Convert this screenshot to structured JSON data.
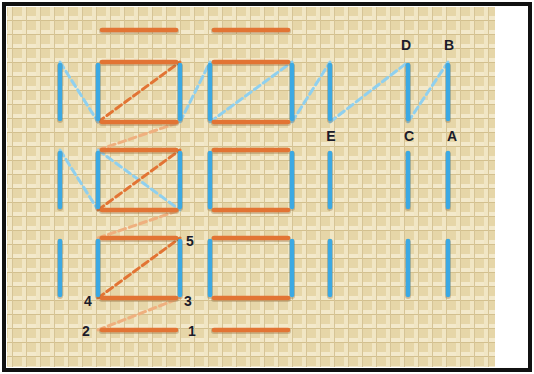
{
  "diagram": {
    "labels": [
      "1",
      "2",
      "3",
      "4",
      "5",
      "A",
      "B",
      "C",
      "D",
      "E"
    ]
  }
}
